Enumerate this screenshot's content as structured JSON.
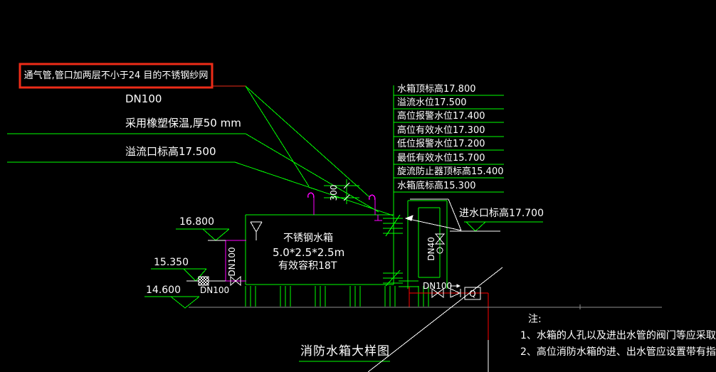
{
  "annotation_box": {
    "text": "通气管,管口加两层不小于24 目的不锈钢纱网"
  },
  "labels": {
    "vent_dn100": "DN100",
    "insulation": "采用橡塑保温,厚50 mm",
    "overflow_level": "溢流口标高17.500"
  },
  "elevation_table": {
    "rows": [
      "水箱顶标高17.800",
      "溢流水位17.500",
      "高位报警水位17.400",
      "高位有效水位17.300",
      "低位报警水位17.200",
      "最低有效水位15.700",
      "旋流防止器顶标高15.400",
      "水箱底标高15.300"
    ]
  },
  "tank": {
    "name": "不锈钢水箱",
    "size": "5.0*2.5*2.5m",
    "volume": "有效容积18T"
  },
  "markers": {
    "m16800": "16.800",
    "m15350": "15.350",
    "m14600": "14.600",
    "inlet": "进水口标高17.700"
  },
  "dims": {
    "d300": "300",
    "riser_dn100": "DN100",
    "drain_dn100": "DN100",
    "dn40": "DN40",
    "outlet_dn100": "DN100",
    "flow_meter": "Q"
  },
  "title": "消防水箱大样图",
  "notes": {
    "header": "注:",
    "item1": "1、水箱的人孔以及进出水管的阀门等应采取",
    "item2": "2、高位消防水箱的进、出水管应设置带有指"
  },
  "colors": {
    "line_green": "#00ff00",
    "pipe_magenta": "#ff00ff",
    "highlight_red": "#ed2c18",
    "pipe_red": "#ff0000",
    "text_white": "#ffffff",
    "floor_gray": "#909090"
  }
}
